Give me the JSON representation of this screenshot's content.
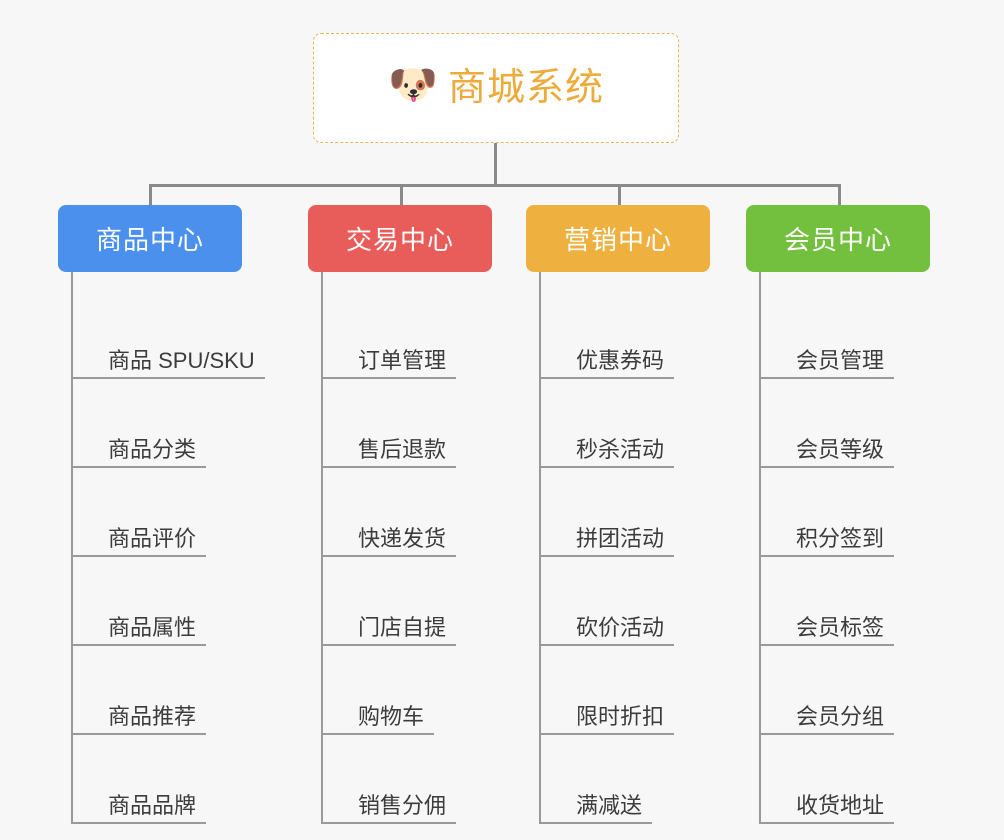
{
  "diagram": {
    "type": "org-chart",
    "background_color": "#f7f7f7",
    "root": {
      "icon": "shiba-dog-face-emoji",
      "emoji": "🐶",
      "title": "商城系统",
      "title_color": "#ecab3a",
      "border_style": "dashed",
      "border_color": "#e8b45c",
      "background_color": "#ffffff"
    },
    "connector_color": "#8a8a8a",
    "columns": [
      {
        "header": "商品中心",
        "color": "#4a90ec",
        "color_name": "blue",
        "items": [
          "商品 SPU/SKU",
          "商品分类",
          "商品评价",
          "商品属性",
          "商品推荐",
          "商品品牌"
        ]
      },
      {
        "header": "交易中心",
        "color": "#e85c5a",
        "color_name": "red",
        "items": [
          "订单管理",
          "售后退款",
          "快递发货",
          "门店自提",
          "购物车",
          "销售分佣"
        ]
      },
      {
        "header": "营销中心",
        "color": "#eeb03f",
        "color_name": "orange",
        "items": [
          "优惠券码",
          "秒杀活动",
          "拼团活动",
          "砍价活动",
          "限时折扣",
          "满减送"
        ]
      },
      {
        "header": "会员中心",
        "color": "#73c03f",
        "color_name": "green",
        "items": [
          "会员管理",
          "会员等级",
          "积分签到",
          "会员标签",
          "会员分组",
          "收货地址"
        ]
      }
    ]
  }
}
